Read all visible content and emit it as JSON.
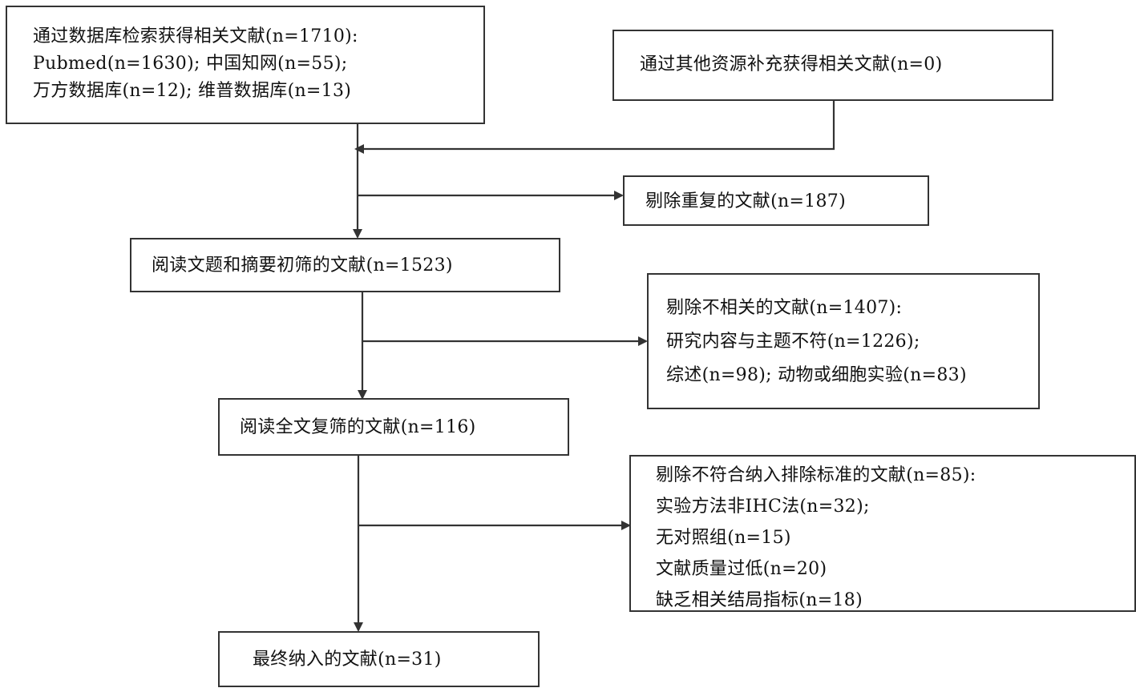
{
  "boxes": {
    "database_search": {
      "lines": [
        "通过数据库检索获得相关文献(n=1710):",
        "Pubmed(n=1630); 中国知网(n=55);",
        "万方数据库(n=12); 维普数据库(n=13)"
      ]
    },
    "other_sources": {
      "lines": [
        "通过其他资源补充获得相关文献(n=0)"
      ]
    },
    "duplicates_removed": {
      "lines": [
        "剔除重复的文献(n=187)"
      ]
    },
    "title_abstract_screen": {
      "lines": [
        "阅读文题和摘要初筛的文献(n=1523)"
      ]
    },
    "irrelevant_removed": {
      "lines": [
        "剔除不相关的文献(n=1407):",
        "研究内容与主题不符(n=1226);",
        "综述(n=98); 动物或细胞实验(n=83)"
      ]
    },
    "fulltext_screen": {
      "lines": [
        "阅读全文复筛的文献(n=116)"
      ]
    },
    "criteria_excluded": {
      "lines": [
        "剔除不符合纳入排除标准的文献(n=85):",
        "实验方法非IHC法(n=32);",
        "无对照组(n=15)",
        "文献质量过低(n=20)",
        "缺乏相关结局指标(n=18)"
      ]
    },
    "final_included": {
      "lines": [
        "最终纳入的文献(n=31)"
      ]
    }
  }
}
